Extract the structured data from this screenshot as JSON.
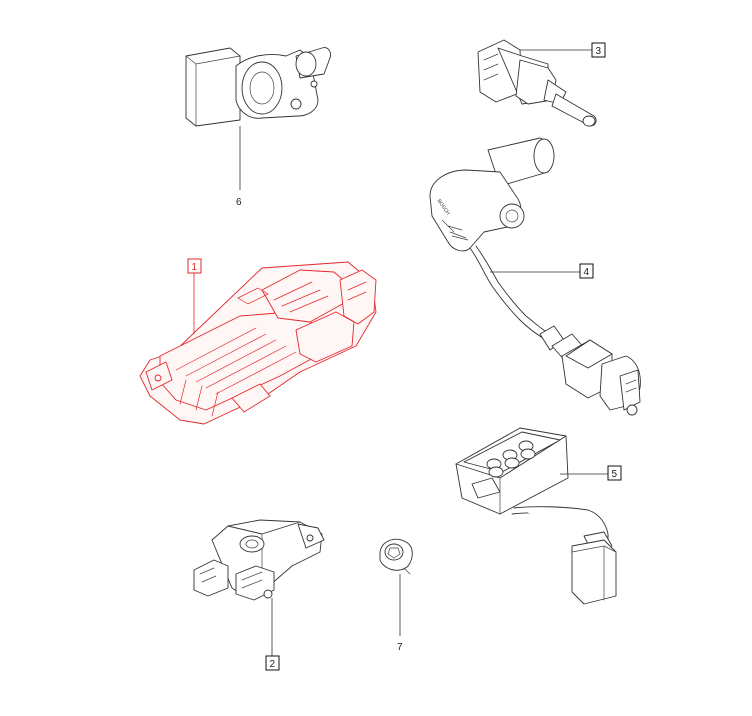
{
  "callouts": [
    {
      "id": "1",
      "label": "1",
      "boxed": true,
      "highlighted": true
    },
    {
      "id": "2",
      "label": "2",
      "boxed": true,
      "highlighted": false
    },
    {
      "id": "3",
      "label": "3",
      "boxed": true,
      "highlighted": false
    },
    {
      "id": "4",
      "label": "4",
      "boxed": true,
      "highlighted": false
    },
    {
      "id": "5",
      "label": "5",
      "boxed": true,
      "highlighted": false
    },
    {
      "id": "6",
      "label": "6",
      "boxed": false,
      "highlighted": false
    },
    {
      "id": "7",
      "label": "7",
      "boxed": false,
      "highlighted": false
    }
  ],
  "parts": {
    "p1": {
      "sensor_text": ""
    },
    "p4": {
      "brand_text": "BOSCH"
    }
  },
  "colors": {
    "highlight": "#e5262a",
    "line": "#333333",
    "background": "#ffffff"
  }
}
